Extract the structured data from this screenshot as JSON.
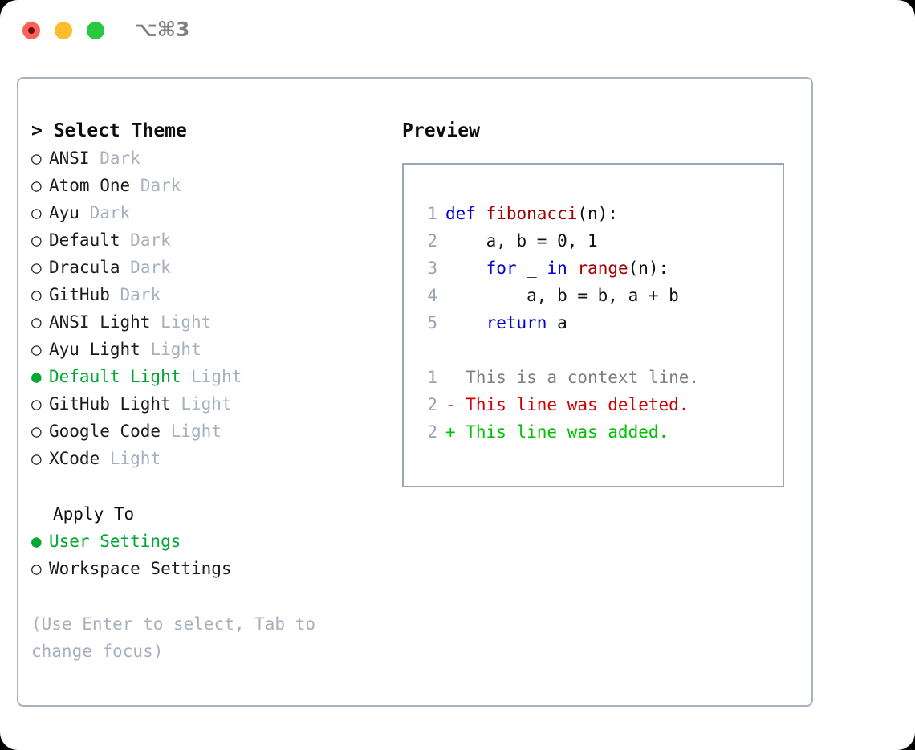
{
  "titlebar": {
    "shortcut": "⌥⌘3",
    "buttons": [
      {
        "name": "close",
        "color": "#ff6159"
      },
      {
        "name": "minimize",
        "color": "#ffbd2e"
      },
      {
        "name": "maximize",
        "color": "#28c840"
      }
    ]
  },
  "theme_picker": {
    "header": "> Select Theme",
    "items": [
      {
        "marker": "○",
        "name": "ANSI",
        "suffix": "Dark",
        "selected": false
      },
      {
        "marker": "○",
        "name": "Atom One",
        "suffix": "Dark",
        "selected": false
      },
      {
        "marker": "○",
        "name": "Ayu",
        "suffix": "Dark",
        "selected": false
      },
      {
        "marker": "○",
        "name": "Default",
        "suffix": "Dark",
        "selected": false
      },
      {
        "marker": "○",
        "name": "Dracula",
        "suffix": "Dark",
        "selected": false
      },
      {
        "marker": "○",
        "name": "GitHub",
        "suffix": "Dark",
        "selected": false
      },
      {
        "marker": "○",
        "name": "ANSI Light",
        "suffix": "Light",
        "selected": false
      },
      {
        "marker": "○",
        "name": "Ayu Light",
        "suffix": "Light",
        "selected": false
      },
      {
        "marker": "●",
        "name": "Default Light",
        "suffix": "Light",
        "selected": true
      },
      {
        "marker": "○",
        "name": "GitHub Light",
        "suffix": "Light",
        "selected": false
      },
      {
        "marker": "○",
        "name": "Google Code",
        "suffix": "Light",
        "selected": false
      },
      {
        "marker": "○",
        "name": "XCode",
        "suffix": "Light",
        "selected": false
      }
    ]
  },
  "apply_to": {
    "header": "Apply To",
    "options": [
      {
        "marker": "●",
        "label": "User Settings",
        "selected": true
      },
      {
        "marker": "○",
        "label": "Workspace Settings",
        "selected": false
      }
    ]
  },
  "hint": "(Use Enter to select, Tab to change focus)",
  "preview": {
    "header": "Preview",
    "code_lines": [
      {
        "lineno": "1",
        "tokens": [
          {
            "t": "def ",
            "k": "kw"
          },
          {
            "t": "fibonacci",
            "k": "fn"
          },
          {
            "t": "(n):",
            "k": "plain"
          }
        ]
      },
      {
        "lineno": "2",
        "tokens": [
          {
            "t": "    a, b = 0, 1",
            "k": "plain"
          }
        ]
      },
      {
        "lineno": "3",
        "tokens": [
          {
            "t": "    ",
            "k": "plain"
          },
          {
            "t": "for",
            "k": "kw"
          },
          {
            "t": " _ ",
            "k": "plain"
          },
          {
            "t": "in",
            "k": "kw"
          },
          {
            "t": " ",
            "k": "plain"
          },
          {
            "t": "range",
            "k": "fn"
          },
          {
            "t": "(n):",
            "k": "plain"
          }
        ]
      },
      {
        "lineno": "4",
        "tokens": [
          {
            "t": "        a, b = b, a + b",
            "k": "plain"
          }
        ]
      },
      {
        "lineno": "5",
        "tokens": [
          {
            "t": "    ",
            "k": "plain"
          },
          {
            "t": "return",
            "k": "kw"
          },
          {
            "t": " a",
            "k": "plain"
          }
        ]
      }
    ],
    "diff_lines": [
      {
        "lineno": "1",
        "text": "  This is a context line.",
        "kind": "ctx"
      },
      {
        "lineno": "2",
        "text": "- This line was deleted.",
        "kind": "del"
      },
      {
        "lineno": "2",
        "text": "+ This line was added.",
        "kind": "add"
      }
    ]
  },
  "colors": {
    "accent_green": "#00a832",
    "muted": "#a8b0bd",
    "keyword": "#0000dd",
    "function": "#a50000",
    "diff_delete": "#cc0000",
    "diff_add": "#00c000",
    "border": "#a9b2c0"
  }
}
